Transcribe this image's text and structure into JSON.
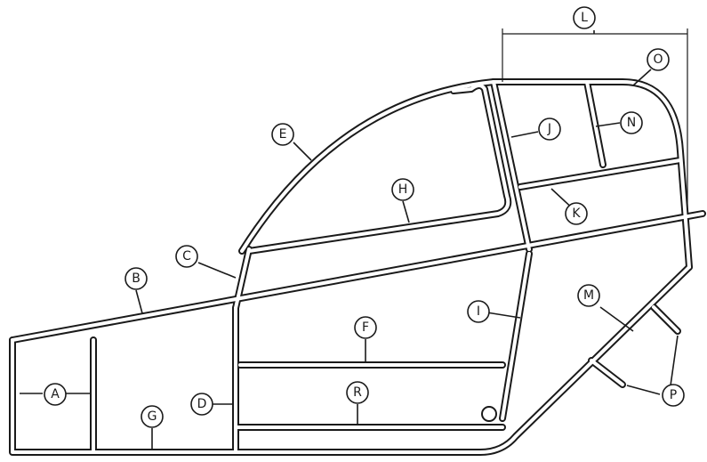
{
  "diagram": {
    "labels": {
      "A": "A",
      "B": "B",
      "C": "C",
      "D": "D",
      "E": "E",
      "F": "F",
      "G": "G",
      "H": "H",
      "I": "I",
      "J": "J",
      "K": "K",
      "L": "L",
      "M": "M",
      "N": "N",
      "O": "O",
      "P": "P",
      "R": "R"
    }
  }
}
